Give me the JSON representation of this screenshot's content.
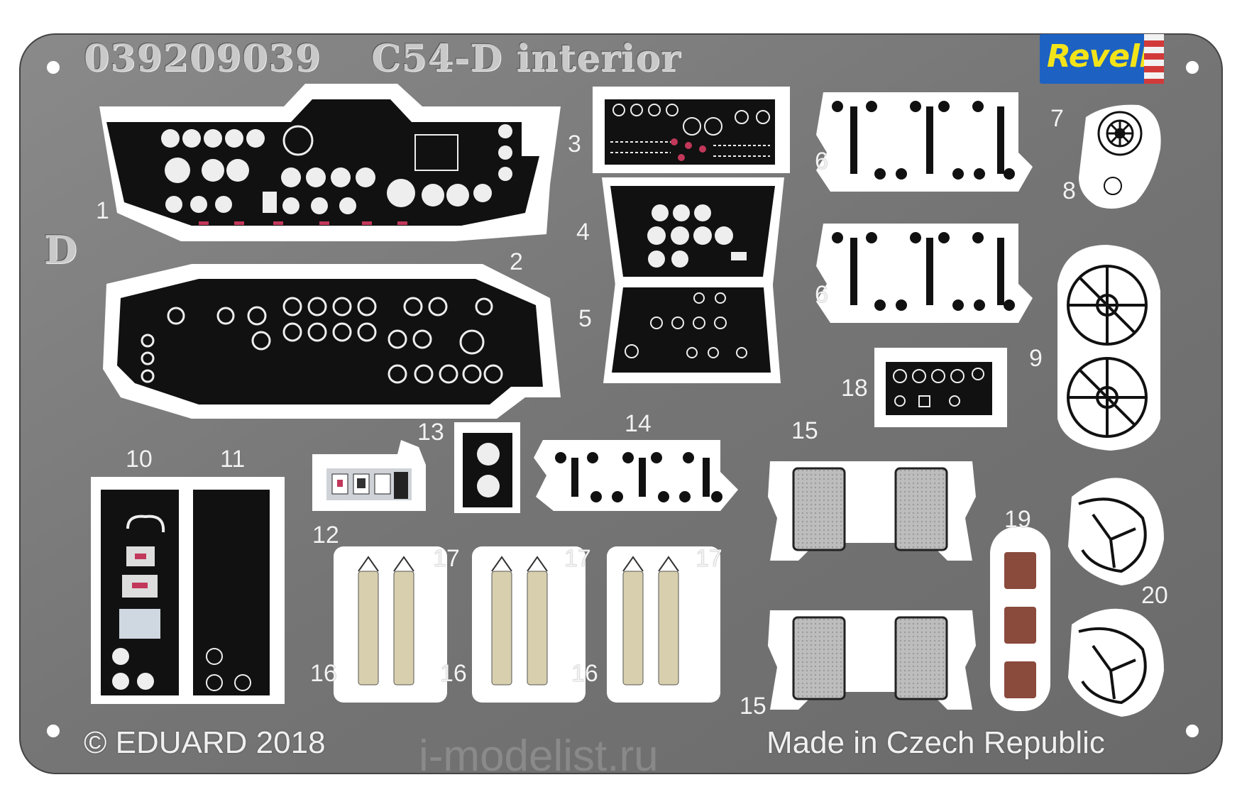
{
  "sheet": {
    "code": "039209039",
    "title": "C54-D interior",
    "fret_letter": "D",
    "brand_logo": "Revell",
    "copyright": "© EDUARD 2018",
    "made_in": "Made in Czech Republic",
    "watermark": "i-modelist.ru"
  },
  "part_labels": {
    "p1": "1",
    "p2": "2",
    "p3": "3",
    "p4": "4",
    "p5": "5",
    "p6a": "6",
    "p6b": "6",
    "p7": "7",
    "p8": "8",
    "p9": "9",
    "p10": "10",
    "p11": "11",
    "p12": "12",
    "p13": "13",
    "p14": "14",
    "p15a": "15",
    "p15b": "15",
    "p16a": "16",
    "p16b": "16",
    "p16c": "16",
    "p17a": "17",
    "p17b": "17",
    "p17c": "17",
    "p18": "18",
    "p19": "19",
    "p20": "20"
  },
  "colors": {
    "metal": "#7a7a7a",
    "metal_dark": "#5e5e5e",
    "cutout": "#ffffff",
    "panel_black": "#111111",
    "instrument_white": "#f0f0f0",
    "accent_red": "#c2385a",
    "belt_beige": "#d8cfae",
    "pad_brown": "#8a4a3c",
    "seat_grey": "#c9c9c9",
    "logo_blue": "#1d62c2",
    "logo_yellow": "#f3e41a"
  }
}
